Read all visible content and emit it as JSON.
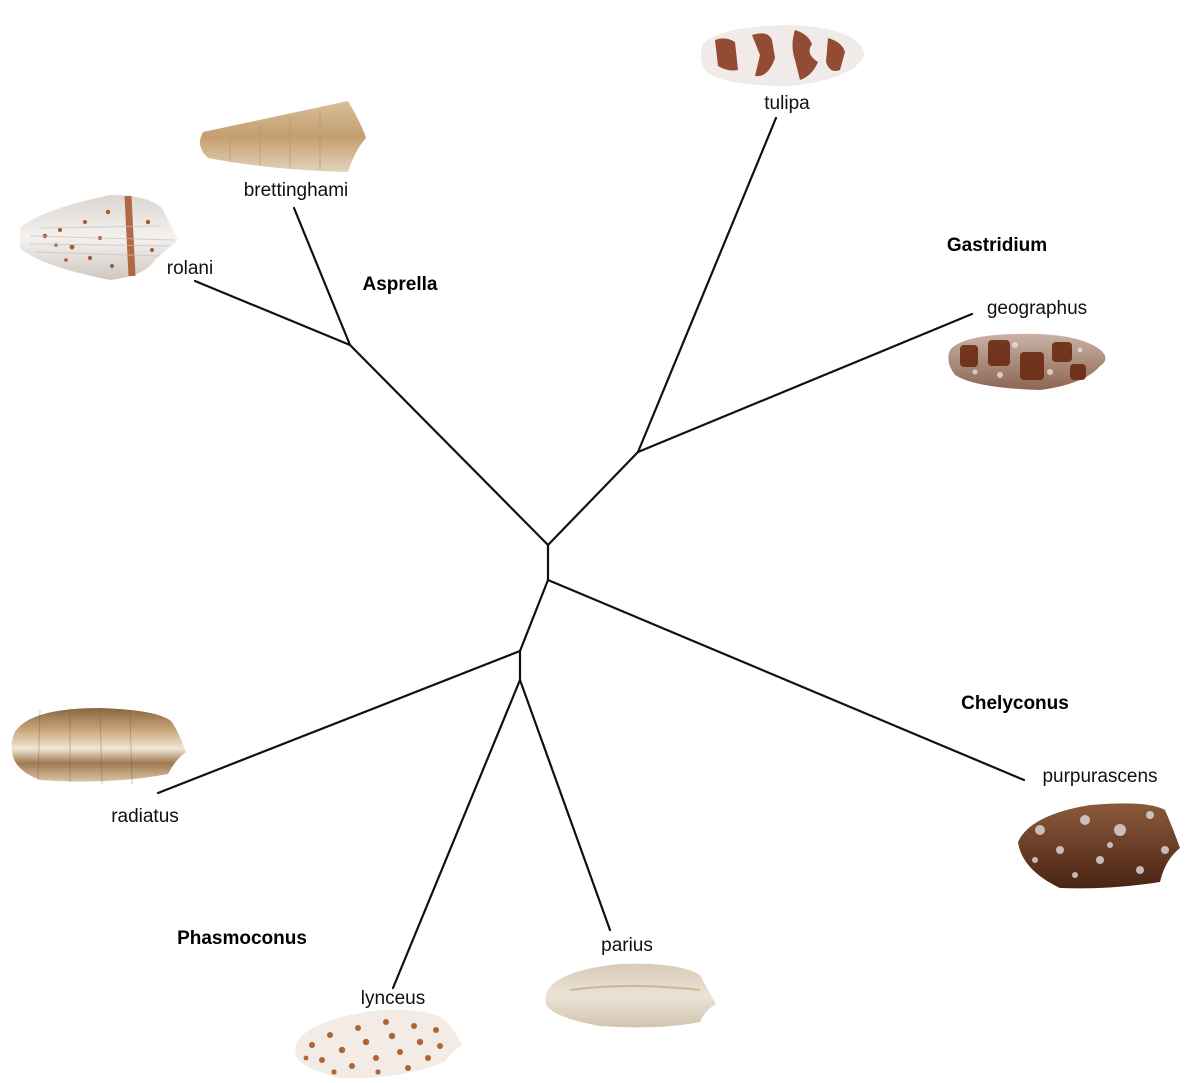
{
  "clades": {
    "asprella": "Asprella",
    "gastridium": "Gastridium",
    "chelyconus": "Chelyconus",
    "phasmoconus": "Phasmoconus"
  },
  "taxa": {
    "brettinghami": "brettinghami",
    "rolani": "rolani",
    "tulipa": "tulipa",
    "geographus": "geographus",
    "purpurascens": "purpurascens",
    "radiatus": "radiatus",
    "lynceus": "lynceus",
    "parius": "parius"
  },
  "colors": {
    "branch": "#111111",
    "shell_tan": "#c9a97a",
    "shell_brown": "#7a3d1e",
    "shell_white": "#eeeae6",
    "shell_cream": "#e6ddcf"
  }
}
